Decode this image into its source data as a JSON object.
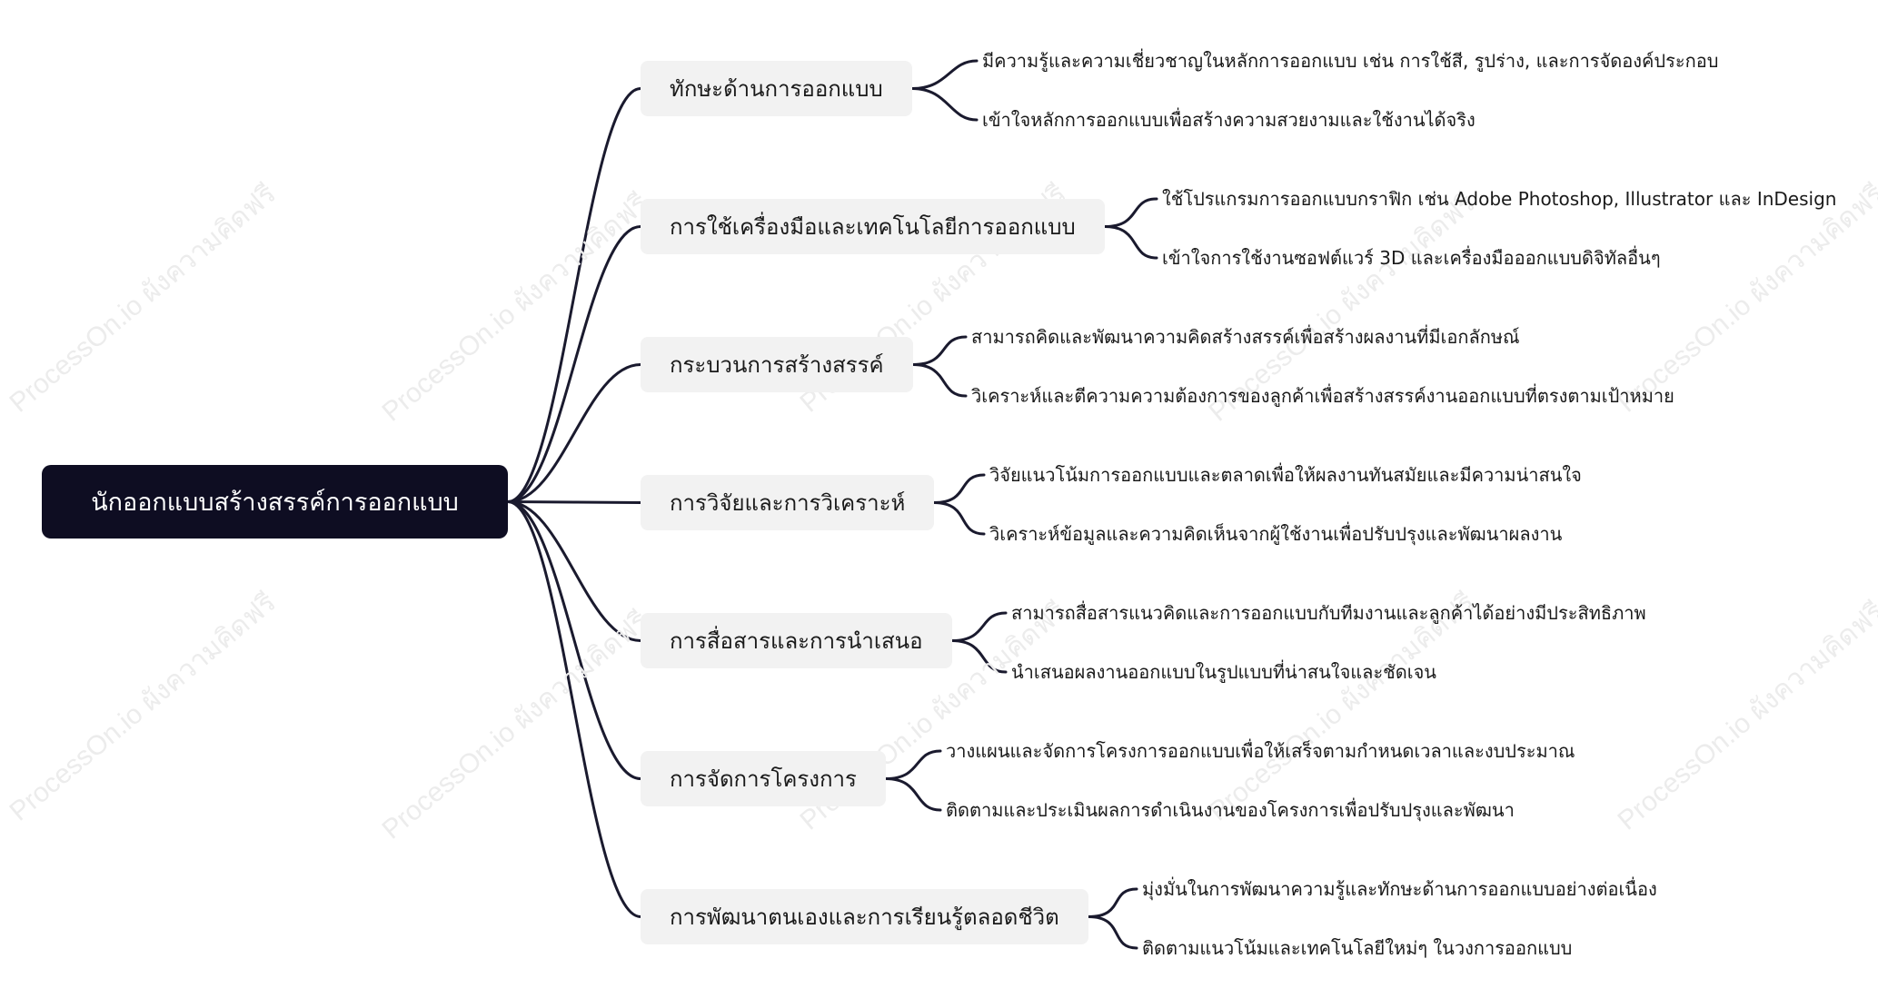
{
  "root": {
    "label": "นักออกแบบสร้างสรรค์การออกแบบ"
  },
  "watermark": "ProcessOn.io ผังความคิดฟรี",
  "branches": [
    {
      "label": "ทักษะด้านการออกแบบ",
      "leaves": [
        "มีความรู้และความเชี่ยวชาญในหลักการออกแบบ เช่น การใช้สี, รูปร่าง, และการจัดองค์ประกอบ",
        "เข้าใจหลักการออกแบบเพื่อสร้างความสวยงามและใช้งานได้จริง"
      ]
    },
    {
      "label": "การใช้เครื่องมือและเทคโนโลยีการออกแบบ",
      "leaves": [
        "ใช้โปรแกรมการออกแบบกราฟิก เช่น Adobe Photoshop, Illustrator และ InDesign",
        "เข้าใจการใช้งานซอฟต์แวร์ 3D และเครื่องมือออกแบบดิจิทัลอื่นๆ"
      ]
    },
    {
      "label": "กระบวนการสร้างสรรค์",
      "leaves": [
        "สามารถคิดและพัฒนาความคิดสร้างสรรค์เพื่อสร้างผลงานที่มีเอกลักษณ์",
        "วิเคราะห์และตีความความต้องการของลูกค้าเพื่อสร้างสรรค์งานออกแบบที่ตรงตามเป้าหมาย"
      ]
    },
    {
      "label": "การวิจัยและการวิเคราะห์",
      "leaves": [
        "วิจัยแนวโน้มการออกแบบและตลาดเพื่อให้ผลงานทันสมัยและมีความน่าสนใจ",
        "วิเคราะห์ข้อมูลและความคิดเห็นจากผู้ใช้งานเพื่อปรับปรุงและพัฒนาผลงาน"
      ]
    },
    {
      "label": "การสื่อสารและการนำเสนอ",
      "leaves": [
        "สามารถสื่อสารแนวคิดและการออกแบบกับทีมงานและลูกค้าได้อย่างมีประสิทธิภาพ",
        "นำเสนอผลงานออกแบบในรูปแบบที่น่าสนใจและชัดเจน"
      ]
    },
    {
      "label": "การจัดการโครงการ",
      "leaves": [
        "วางแผนและจัดการโครงการออกแบบเพื่อให้เสร็จตามกำหนดเวลาและงบประมาณ",
        "ติดตามและประเมินผลการดำเนินงานของโครงการเพื่อปรับปรุงและพัฒนา"
      ]
    },
    {
      "label": "การพัฒนาตนเองและการเรียนรู้ตลอดชีวิต",
      "leaves": [
        "มุ่งมั่นในการพัฒนาความรู้และทักษะด้านการออกแบบอย่างต่อเนื่อง",
        "ติดตามแนวโน้มและเทคโนโลยีใหม่ๆ ในวงการออกแบบ"
      ]
    }
  ]
}
